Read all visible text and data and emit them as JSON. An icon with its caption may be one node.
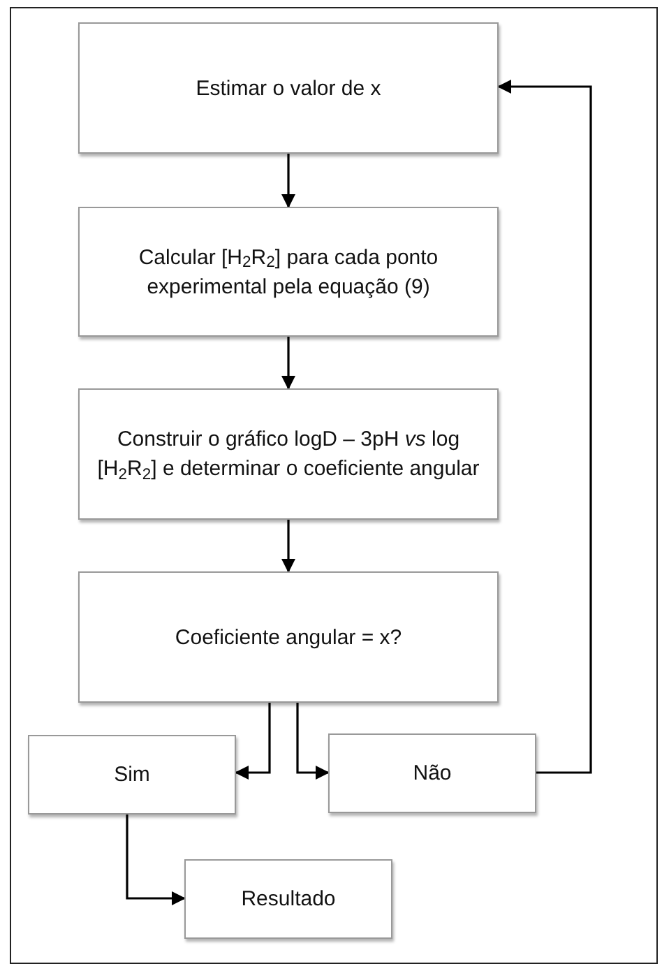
{
  "diagram": {
    "nodes": [
      {
        "text": [
          "Estimar o valor de x"
        ]
      },
      {
        "text": [
          "Calcular [H$_{2}$R$_{2}$] para cada ponto experimental pela equação (9)"
        ]
      },
      {
        "text": [
          "Construir o gráfico logD – 3pH *vs* log [H$_{2}$R$_{2}$] e determinar o coeficiente angular"
        ]
      },
      {
        "text": [
          "Coeficiente angular = x?"
        ]
      },
      {
        "text": [
          "Sim"
        ]
      },
      {
        "text": [
          "Não"
        ]
      },
      {
        "text": [
          "Resultado"
        ]
      }
    ],
    "edges": [
      {
        "from": 0,
        "to": 1,
        "arrow": "to"
      },
      {
        "from": 1,
        "to": 2,
        "arrow": "to"
      },
      {
        "from": 2,
        "to": 3,
        "arrow": "to"
      },
      {
        "from": 3,
        "to": 4,
        "arrow": "to"
      },
      {
        "from": 3,
        "to": 5,
        "arrow": "to"
      },
      {
        "from": 5,
        "to": 0,
        "arrow": "to"
      },
      {
        "from": 4,
        "to": 6,
        "arrow": "to"
      }
    ]
  }
}
